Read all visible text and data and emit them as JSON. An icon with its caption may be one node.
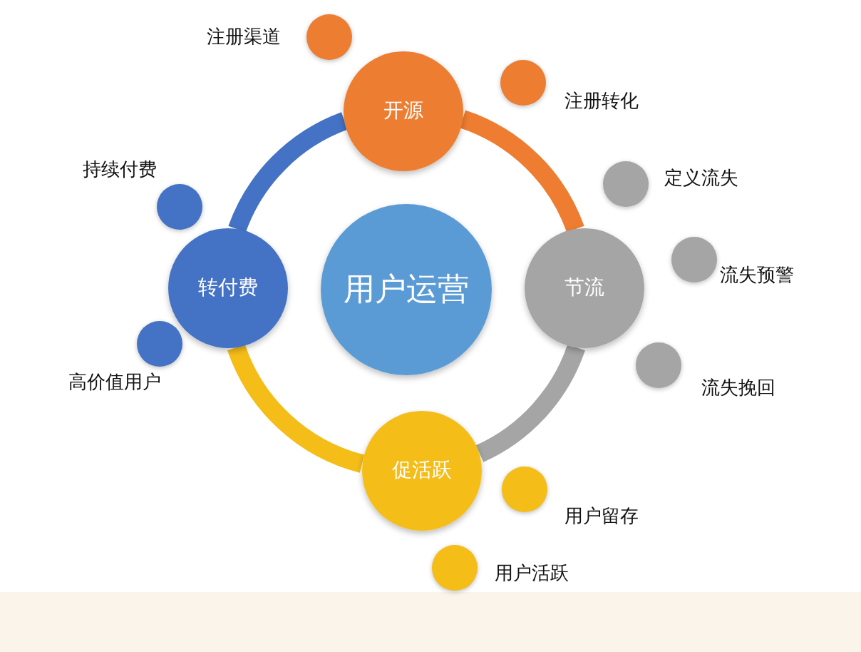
{
  "diagram": {
    "nodes": [
      {
        "text": [
          "用户运营"
        ]
      },
      {
        "text": [
          "开源"
        ]
      },
      {
        "text": [
          "节流"
        ]
      },
      {
        "text": [
          "促活跃"
        ]
      },
      {
        "text": [
          "转付费"
        ]
      },
      {
        "text": [
          "注册渠道"
        ]
      },
      {
        "text": [
          "注册转化"
        ]
      },
      {
        "text": [
          "定义流失"
        ]
      },
      {
        "text": [
          "流失预警"
        ]
      },
      {
        "text": [
          "流失挽回"
        ]
      },
      {
        "text": [
          "用户留存"
        ]
      },
      {
        "text": [
          "用户活跃"
        ]
      },
      {
        "text": [
          "高价值用户"
        ]
      },
      {
        "text": [
          "持续付费"
        ]
      }
    ],
    "edges": [
      {
        "from": 1,
        "to": 2,
        "arrow": "none",
        "color": "#ee7d31"
      },
      {
        "from": 2,
        "to": 3,
        "arrow": "none",
        "color": "#a5a5a5"
      },
      {
        "from": 3,
        "to": 4,
        "arrow": "none",
        "color": "#f5bd18"
      },
      {
        "from": 4,
        "to": 1,
        "arrow": "none",
        "color": "#4472c4"
      }
    ]
  }
}
